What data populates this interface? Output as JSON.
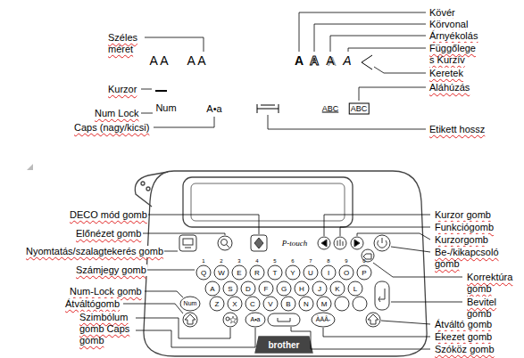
{
  "diagram": {
    "labels": [
      "Széles méret",
      "Kurzor",
      "Num Lock",
      "Caps (nagy/kicsi)",
      "Kövér",
      "Körvonal",
      "Árnyékolás",
      "Függőlege s Kurzív",
      "Keretek",
      "Aláhúzás",
      "Etikett hossz",
      "A A",
      "A A",
      "A",
      "A",
      "A",
      "A",
      "Num",
      "A•a",
      "ABC",
      "ABC",
      "1",
      "2",
      "3",
      "4",
      "5",
      "6",
      "7",
      "8",
      "9",
      "0",
      "Q",
      "W",
      "E",
      "R",
      "T",
      "Y",
      "U",
      "I",
      "O",
      "P",
      "A",
      "S",
      "D",
      "F",
      "G",
      "H",
      "J",
      "K",
      "L",
      "Num",
      "Z",
      "X",
      "C",
      "V",
      "B",
      "N",
      "M",
      "A•a",
      "ÀÄÂ-",
      "P-touch",
      "brother",
      "DECO mód gomb",
      "Előnézet gomb",
      "Nyomtatás/szalagtekerés gomb",
      "Számjegy gomb",
      "Num-Lock gomb",
      "Átváltógomb",
      "Szimbólum gomb Caps gomb",
      "Kurzor gomb",
      "Funkciógomb",
      "Kurzorgomb",
      "Be-/kikapcsoló gomb",
      "Korrektúra gomb",
      "Bevitel gomb",
      "Átváltó gomb",
      "Ékezet gomb",
      "Szóköz gomb"
    ]
  }
}
